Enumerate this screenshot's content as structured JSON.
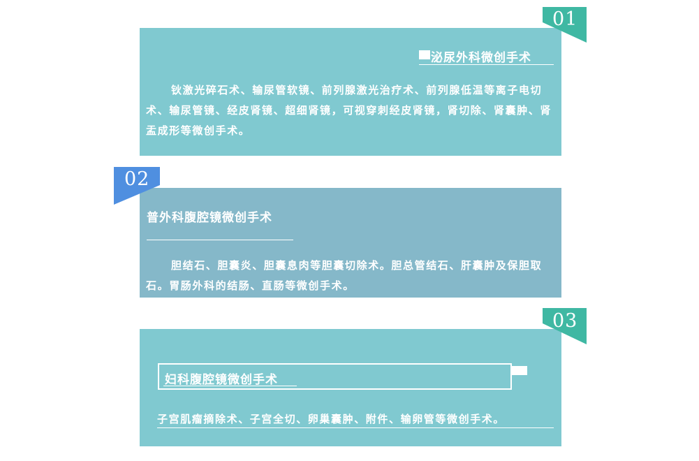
{
  "colors": {
    "teal_card": "#80c9d0",
    "blue_card": "#85b8c9",
    "green_tag": "#3fb8a3",
    "blue_tag": "#4f8fe0",
    "text": "#ffffff"
  },
  "sections": [
    {
      "number": "01",
      "title": "泌尿外科微创手术",
      "body": "钬激光碎石术、输尿管软镜、前列腺激光治疗术、前列腺低温等离子电切术、输尿管镜、经皮肾镜、超细肾镜，可视穿刺经皮肾镜，肾切除、肾囊肿、肾盂成形等微创手术。"
    },
    {
      "number": "02",
      "title": "普外科腹腔镜微创手术",
      "body": "胆结石、胆囊炎、胆囊息肉等胆囊切除术。胆总管结石、肝囊肿及保胆取石。胃肠外科的结肠、直肠等微创手术。"
    },
    {
      "number": "03",
      "title": "妇科腹腔镜微创手术",
      "body": "子宫肌瘤摘除术、子宫全切、卵巢囊肿、附件、输卵管等微创手术。"
    }
  ]
}
